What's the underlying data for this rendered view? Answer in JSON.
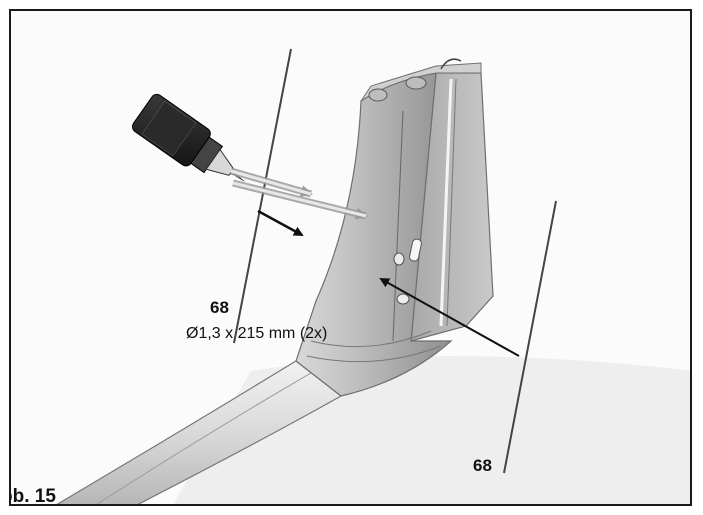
{
  "labels": {
    "part_left": "68",
    "wire_spec": "Ø1,3 x 215 mm (2x)",
    "part_right": "68",
    "figure": "bb. 15"
  }
}
